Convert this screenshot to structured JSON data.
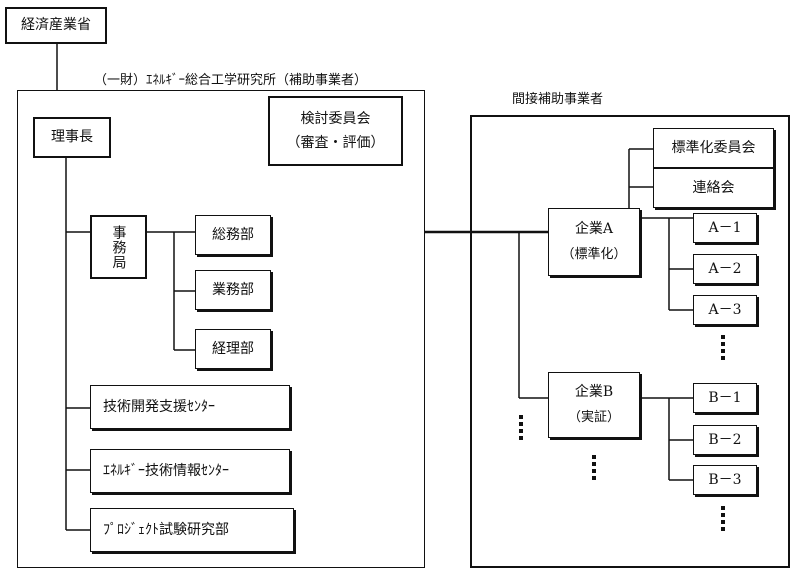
{
  "ministry": "経済産業省",
  "org_caption": "（一財）ｴﾈﾙｷﾞｰ総合工学研究所（補助事業者）",
  "chairman": "理事長",
  "committee": {
    "line1": "検討委員会",
    "line2": "（審査・評価）"
  },
  "secretariat": "事務局",
  "departments": [
    "総務部",
    "業務部",
    "経理部"
  ],
  "centers": [
    "技術開発支援ｾﾝﾀｰ",
    "ｴﾈﾙｷﾞｰ技術情報ｾﾝﾀｰ",
    "ﾌﾟﾛｼﾞｪｸﾄ試験研究部"
  ],
  "indirect_caption": "間接補助事業者",
  "std_committee": "標準化委員会",
  "liaison": "連絡会",
  "company_a": {
    "name": "企業A",
    "role": "（標準化）"
  },
  "company_b": {
    "name": "企業B",
    "role": "（実証）"
  },
  "a_units": [
    "A－1",
    "A－2",
    "A－3"
  ],
  "b_units": [
    "B－1",
    "B－2",
    "B－3"
  ]
}
